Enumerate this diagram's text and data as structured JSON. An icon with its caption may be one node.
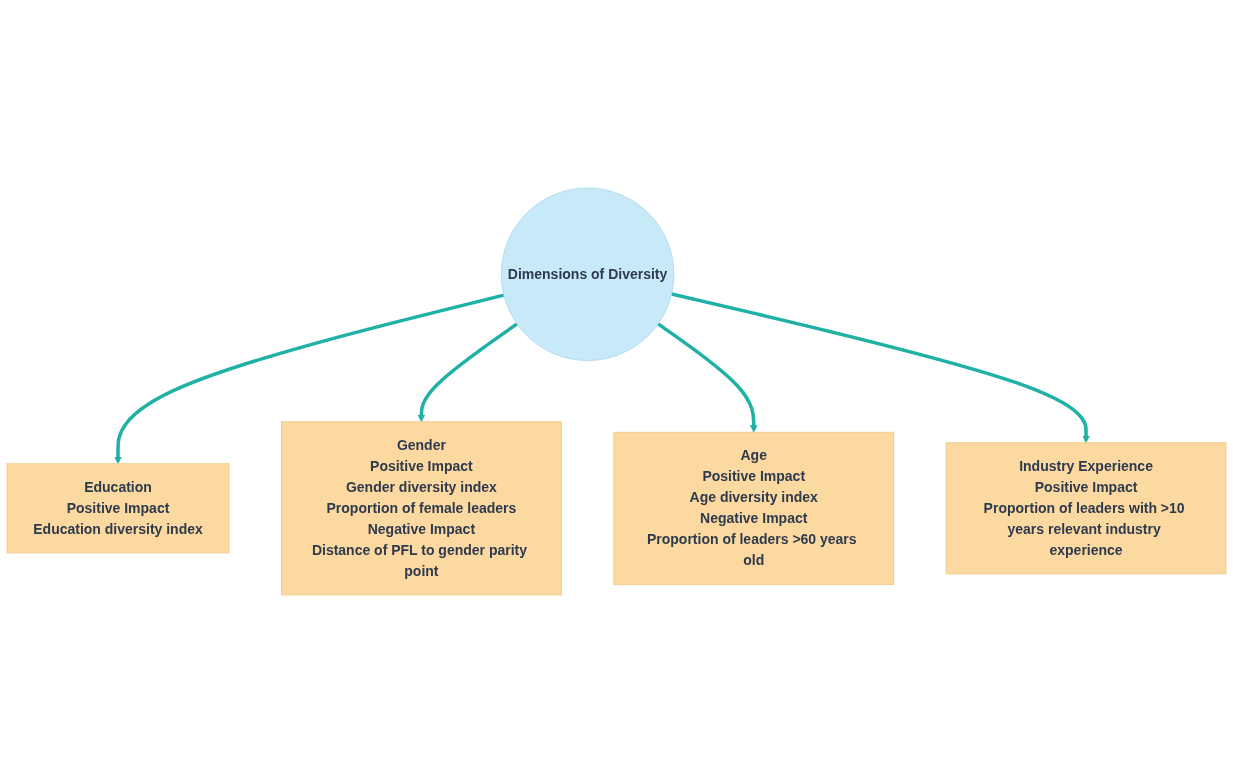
{
  "diagram": {
    "nodes": [
      {
        "text": [
          "Education",
          "Positive Impact",
          "Education diversity index"
        ]
      },
      {
        "text": [
          "Gender",
          "Positive Impact",
          "Gender diversity index",
          "Proportion of female leaders",
          "Negative Impact",
          "Distance of PFL to gender parity point"
        ]
      },
      {
        "text": [
          "Dimensions of Diversity"
        ]
      },
      {
        "text": [
          "Age",
          "Positive Impact",
          "Age diversity index",
          "Negative Impact",
          "Proportion of leaders >60 years old"
        ]
      },
      {
        "text": [
          "Industry Experience",
          "Positive Impact",
          "Proportion of leaders with >10 years relevant industry experience"
        ]
      }
    ],
    "edges": [
      {
        "from": 2,
        "to": 0,
        "arrow": "to"
      },
      {
        "from": 2,
        "to": 1,
        "arrow": "to"
      },
      {
        "from": 2,
        "to": 3,
        "arrow": "to"
      },
      {
        "from": 2,
        "to": 4,
        "arrow": "to"
      }
    ]
  }
}
